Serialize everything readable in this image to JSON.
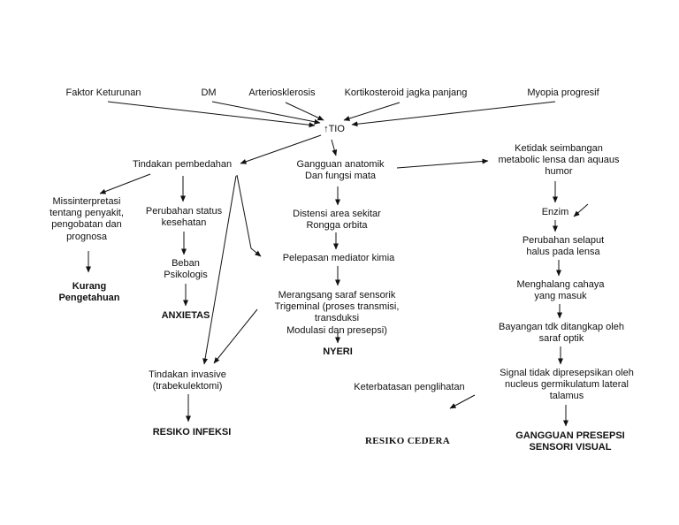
{
  "diagram": {
    "title": "Pathway flowchart (glaukoma / peningkatan TIO)",
    "line_color": "#111111",
    "background_color": "#ffffff"
  },
  "nodes": {
    "faktor_keturunan": "Faktor Keturunan",
    "dm": "DM",
    "arteriosklerosis": "Arteriosklerosis",
    "kortikosteroid": "Kortikosteroid  jagka panjang",
    "myopia": "Myopia progresif",
    "tio": "↑TIO",
    "tindakan_pembedahan": "Tindakan pembedahan",
    "gangguan_anatomik": "Gangguan anatomik\nDan fungsi mata",
    "ketidak_seimbangan": "Ketidak seimbangan\nmetabolic lensa dan aquaus\nhumor",
    "missinterpretasi": "Missinterpretasi\ntentang penyakit,\npengobatan dan\nprognosa",
    "perubahan_status": "Perubahan status\nkesehatan",
    "distensi": "Distensi area sekitar\nRongga orbita",
    "enzim": "Enzim",
    "kurang_pengetahuan": "Kurang\nPengetahuan",
    "beban_psikologis": "Beban\nPsikologis",
    "pelepasan_mediator": "Pelepasan mediator kimia",
    "perubahan_selaput": "Perubahan selaput\nhalus pada lensa",
    "merangsang_saraf": "Merangsang saraf sensorik\nTrigeminal (proses transmisi, transduksi\nModulasi dan presepsi)",
    "anxietas": "ANXIETAS",
    "menghalang_cahaya": "Menghalang cahaya\nyang masuk",
    "nyeri": "NYERI",
    "bayangan": "Bayangan tdk ditangkap oleh\nsaraf optik",
    "tindakan_invasive": "Tindakan invasive\n(trabekulektomi)",
    "keterbatasan": "Keterbatasan penglihatan",
    "signal": "Signal tidak dipresepsikan oleh\nnucleus germikulatum lateral\ntalamus",
    "resiko_infeksi": "RESIKO INFEKSI",
    "resiko_cedera": "RESIKO CEDERA",
    "gangguan_presepsi": "GANGGUAN PRESEPSI\nSENSORI VISUAL"
  }
}
